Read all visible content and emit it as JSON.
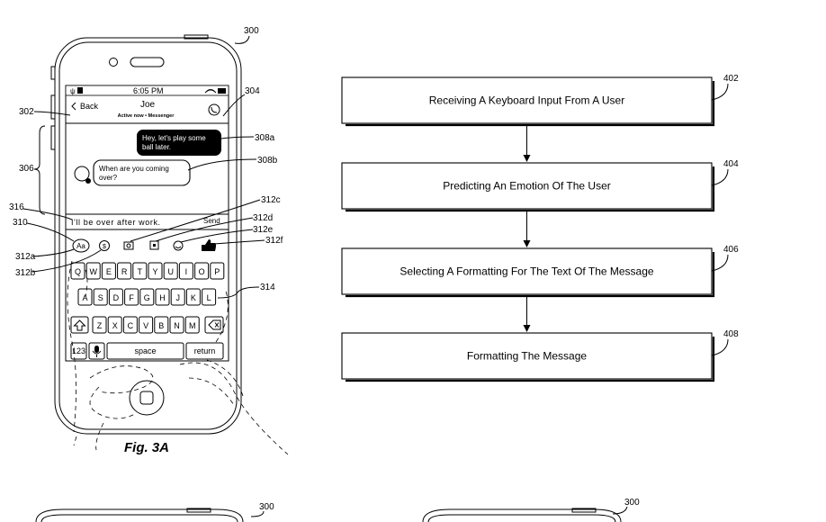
{
  "figure": {
    "label": "Fig. 3A"
  },
  "phone": {
    "ref": "300",
    "status_time": "6:05 PM",
    "back_label": "Back",
    "contact_name": "Joe",
    "contact_status": "Active now • Messenger",
    "outgoing_message": [
      "Hey, let's play some",
      "ball later."
    ],
    "incoming_message": [
      "When are you coming",
      "over?"
    ],
    "input_text": "I'll be over after work.",
    "send_label": "Send",
    "format_button_label": "Aa",
    "keyboard_rows": [
      [
        "Q",
        "W",
        "E",
        "R",
        "T",
        "Y",
        "U",
        "I",
        "O",
        "P"
      ],
      [
        "A",
        "S",
        "D",
        "F",
        "G",
        "H",
        "J",
        "K",
        "L"
      ],
      [
        "Z",
        "X",
        "C",
        "V",
        "B",
        "N",
        "M"
      ]
    ],
    "numbers_key": "123",
    "space_key": "space",
    "return_key": "return"
  },
  "phone_refs": {
    "screen_header": "302",
    "call_icon": "304",
    "conversation": "306",
    "outgoing": "308a",
    "incoming": "308b",
    "input_field": "316",
    "format_button": "310",
    "toolbar_a": "312a",
    "toolbar_b": "312b",
    "toolbar_c": "312c",
    "toolbar_d": "312d",
    "toolbar_e": "312e",
    "toolbar_f": "312f",
    "keyboard": "314"
  },
  "flowchart": {
    "steps": [
      {
        "ref": "402",
        "text": "Receiving A Keyboard Input From A User"
      },
      {
        "ref": "404",
        "text": "Predicting An Emotion Of The User"
      },
      {
        "ref": "406",
        "text": "Selecting A Formatting For The Text Of The Message"
      },
      {
        "ref": "408",
        "text": "Formatting The Message"
      }
    ]
  },
  "bottom_phone_refs": [
    "300",
    "300"
  ]
}
